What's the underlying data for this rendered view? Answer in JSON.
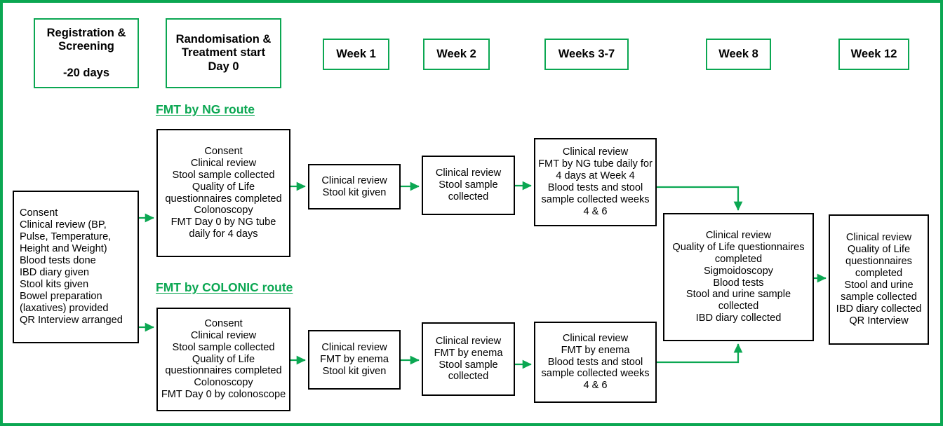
{
  "diagram": {
    "title": "FMT trial schedule flowchart",
    "border_color": "#0BA752",
    "accent_color": "#0BA752",
    "box_border_color": "#000000"
  },
  "timeline": [
    {
      "id": "registration",
      "label": "Registration &\nScreening\n\n-20 days"
    },
    {
      "id": "randomisation",
      "label": "Randomisation &\nTreatment start\nDay 0"
    },
    {
      "id": "week1",
      "label": "Week 1"
    },
    {
      "id": "week2",
      "label": "Week 2"
    },
    {
      "id": "weeks3_7",
      "label": "Weeks 3-7"
    },
    {
      "id": "week8",
      "label": "Week 8"
    },
    {
      "id": "week12",
      "label": "Week 12"
    }
  ],
  "routes": {
    "ng": {
      "label": "FMT by NG route"
    },
    "colonic": {
      "label": "FMT by COLONIC route"
    }
  },
  "boxes": {
    "baseline": "Consent\nClinical review (BP,\nPulse, Temperature,\nHeight and Weight)\nBlood tests done\nIBD diary given\nStool kits given\nBowel preparation\n(laxatives) provided\nQR Interview arranged",
    "ng_day0": "Consent\nClinical review\nStool sample collected\nQuality of Life\nquestionnaires completed\nColonoscopy\nFMT Day 0 by NG tube\ndaily for 4 days",
    "ng_week1": "Clinical review\nStool kit given",
    "ng_week2": "Clinical review\nStool sample\ncollected",
    "ng_weeks3_7": "Clinical review\nFMT by NG tube daily for\n4 days at Week 4\nBlood tests and stool\nsample collected weeks\n4 & 6",
    "colonic_day0": "Consent\nClinical review\nStool sample collected\nQuality of Life\nquestionnaires completed\nColonoscopy\nFMT Day 0 by colonoscope",
    "colonic_week1": "Clinical review\nFMT by enema\nStool kit given",
    "colonic_week2": "Clinical review\nFMT by enema\nStool sample\ncollected",
    "colonic_weeks3_7": "Clinical review\nFMT by enema\nBlood tests and stool\nsample collected weeks\n4 & 6",
    "week8": "Clinical review\nQuality of Life questionnaires\ncompleted\nSigmoidoscopy\nBlood tests\nStool and urine sample\ncollected\nIBD diary collected",
    "week12": "Clinical review\nQuality of Life\nquestionnaires\ncompleted\nStool and urine\nsample collected\nIBD diary collected\nQR Interview"
  }
}
